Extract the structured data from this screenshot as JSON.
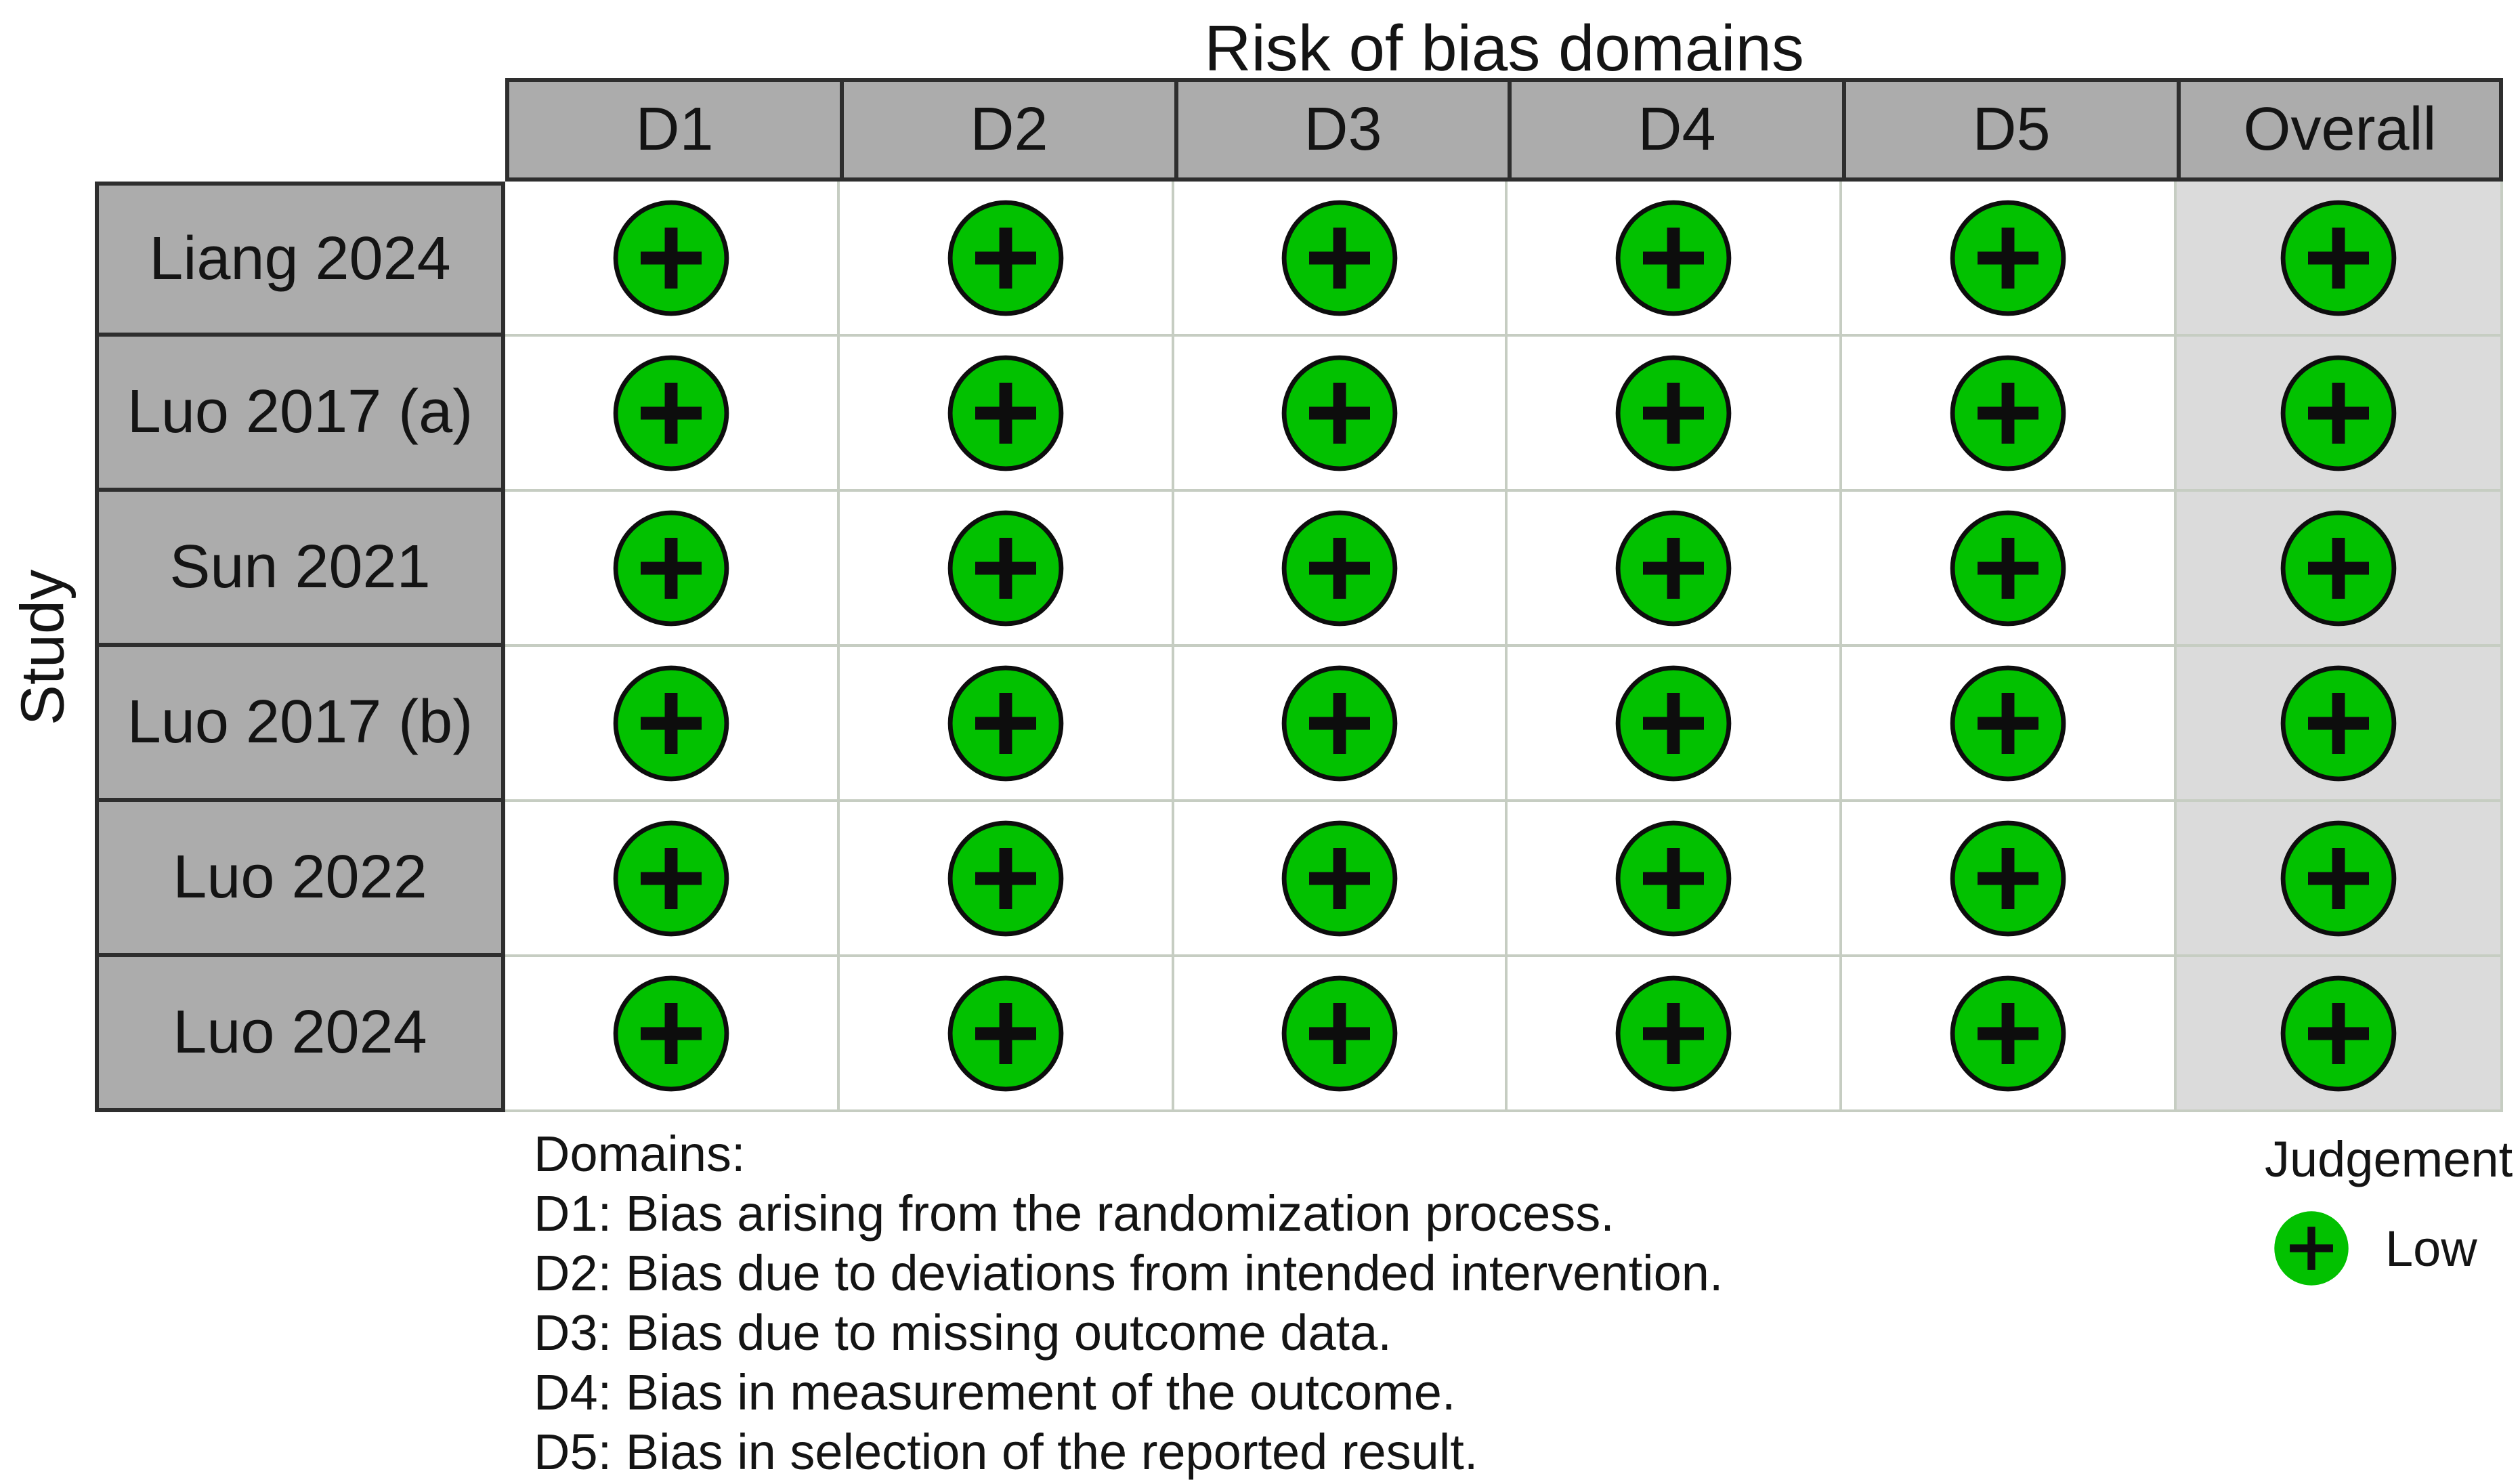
{
  "title": "Risk of bias domains",
  "y_axis_label": "Study",
  "chart_data": {
    "type": "table",
    "title": "Risk of bias domains",
    "ylabel": "Study",
    "columns": [
      "D1",
      "D2",
      "D3",
      "D4",
      "D5",
      "Overall"
    ],
    "rows": [
      {
        "study": "Liang 2024",
        "judgements": [
          "Low",
          "Low",
          "Low",
          "Low",
          "Low",
          "Low"
        ]
      },
      {
        "study": "Luo 2017 (a)",
        "judgements": [
          "Low",
          "Low",
          "Low",
          "Low",
          "Low",
          "Low"
        ]
      },
      {
        "study": "Sun 2021",
        "judgements": [
          "Low",
          "Low",
          "Low",
          "Low",
          "Low",
          "Low"
        ]
      },
      {
        "study": "Luo 2017 (b)",
        "judgements": [
          "Low",
          "Low",
          "Low",
          "Low",
          "Low",
          "Low"
        ]
      },
      {
        "study": "Luo 2022",
        "judgements": [
          "Low",
          "Low",
          "Low",
          "Low",
          "Low",
          "Low"
        ]
      },
      {
        "study": "Luo 2024",
        "judgements": [
          "Low",
          "Low",
          "Low",
          "Low",
          "Low",
          "Low"
        ]
      }
    ],
    "judgement_symbol": "+",
    "grid": true,
    "legend_position": "bottom-right"
  },
  "domains_legend": {
    "heading": "Domains:",
    "items": [
      "D1: Bias arising from the randomization process.",
      "D2: Bias due to deviations from intended intervention.",
      "D3: Bias due to missing outcome data.",
      "D4: Bias in measurement of the outcome.",
      "D5: Bias in selection of the reported result."
    ]
  },
  "judgement_legend": {
    "heading": "Judgement",
    "entries": [
      {
        "label": "Low",
        "symbol": "+",
        "color": "#02C100"
      }
    ]
  },
  "colors": {
    "low_risk_green": "#02C100",
    "header_bg": "#ACACAC",
    "overall_col_bg": "#DBDBDB",
    "grid_line": "#C6CDC2",
    "dark_border": "#2E2E2E",
    "text": "#141414"
  }
}
